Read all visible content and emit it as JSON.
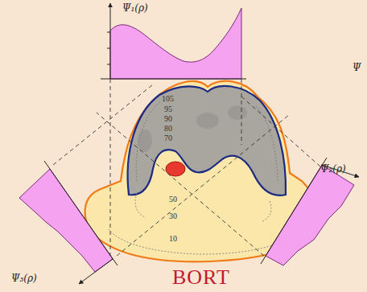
{
  "diagram": {
    "caption": "BORT",
    "labels": [
      "Ψ₁(ρ)",
      "Ψ",
      "Ψ₂(ρ)",
      "105",
      "95",
      "90",
      "80",
      "70",
      "50",
      "30",
      "10",
      "Ψ₃(ρ)"
    ]
  }
}
